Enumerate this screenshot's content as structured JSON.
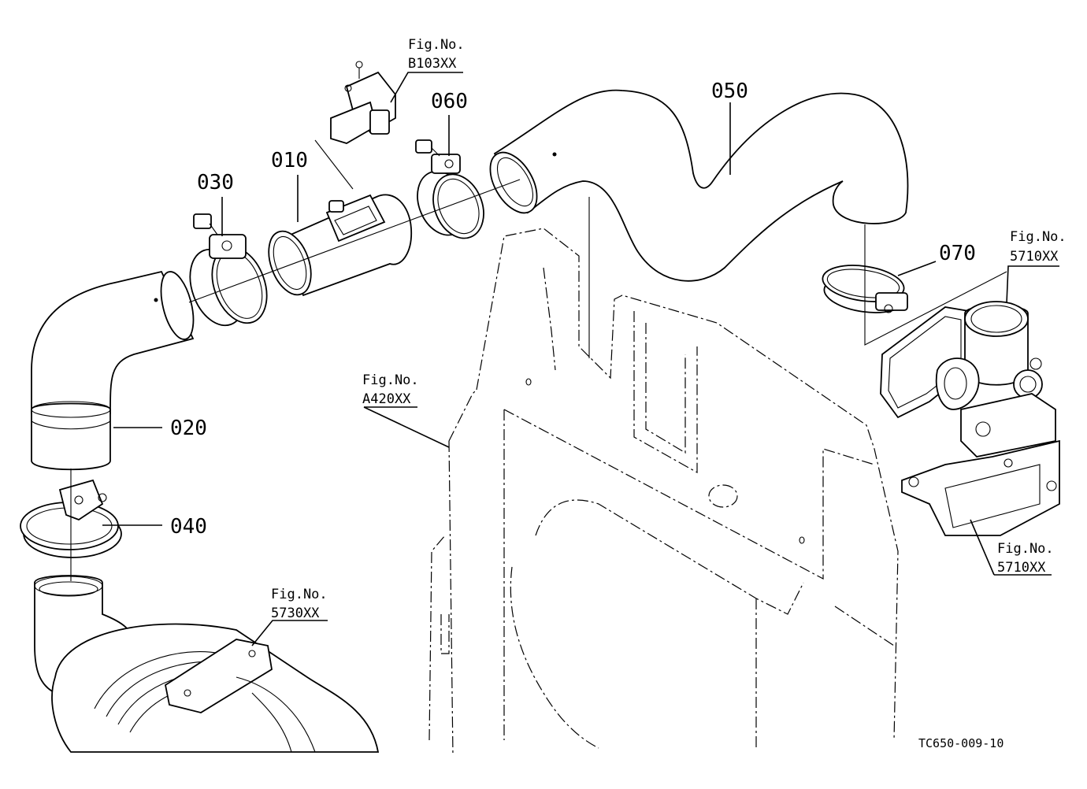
{
  "parts": {
    "p010": "010",
    "p020": "020",
    "p030": "030",
    "p040": "040",
    "p050": "050",
    "p060": "060",
    "p070": "070"
  },
  "figrefs": {
    "b103": {
      "title": "Fig.No.",
      "code": "B103XX"
    },
    "a420": {
      "title": "Fig.No.",
      "code": "A420XX"
    },
    "f5710_top": {
      "title": "Fig.No.",
      "code": "5710XX"
    },
    "f5710_bottom": {
      "title": "Fig.No.",
      "code": "5710XX"
    },
    "f5730": {
      "title": "Fig.No.",
      "code": "5730XX"
    }
  },
  "drawing_number": "TC650-009-10"
}
